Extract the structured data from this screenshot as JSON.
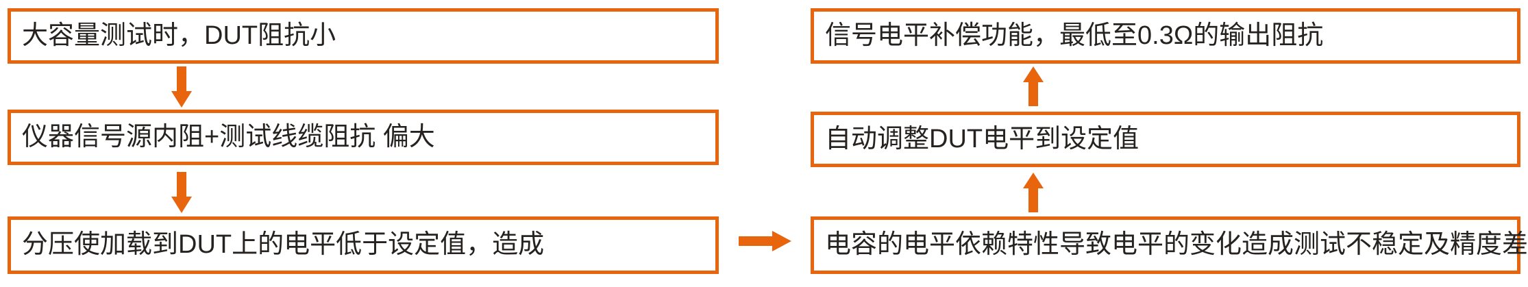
{
  "colors": {
    "accent": "#E8640D",
    "text": "#262220",
    "background": "#FFFFFF"
  },
  "diagram": {
    "type": "flowchart",
    "problem_flow": [
      {
        "text": "大容量测试时，DUT阻抗小"
      },
      {
        "text": "仪器信号源内阻+测试线缆阻抗  偏大"
      },
      {
        "text": "分压使加载到DUT上的电平低于设定值，造成"
      }
    ],
    "solution_flow": [
      {
        "text": "信号电平补偿功能，最低至0.3Ω的输出阻抗"
      },
      {
        "text": "自动调整DUT电平到设定值"
      },
      {
        "text": "电容的电平依赖特性导致电平的变化造成测试不稳定及精度差"
      }
    ],
    "connections": [
      {
        "from": "problem-1",
        "to": "problem-2",
        "direction": "down"
      },
      {
        "from": "problem-2",
        "to": "problem-3",
        "direction": "down"
      },
      {
        "from": "problem-3",
        "to": "solution-3",
        "direction": "right"
      },
      {
        "from": "solution-3",
        "to": "solution-2",
        "direction": "up"
      },
      {
        "from": "solution-2",
        "to": "solution-1",
        "direction": "up"
      }
    ]
  }
}
